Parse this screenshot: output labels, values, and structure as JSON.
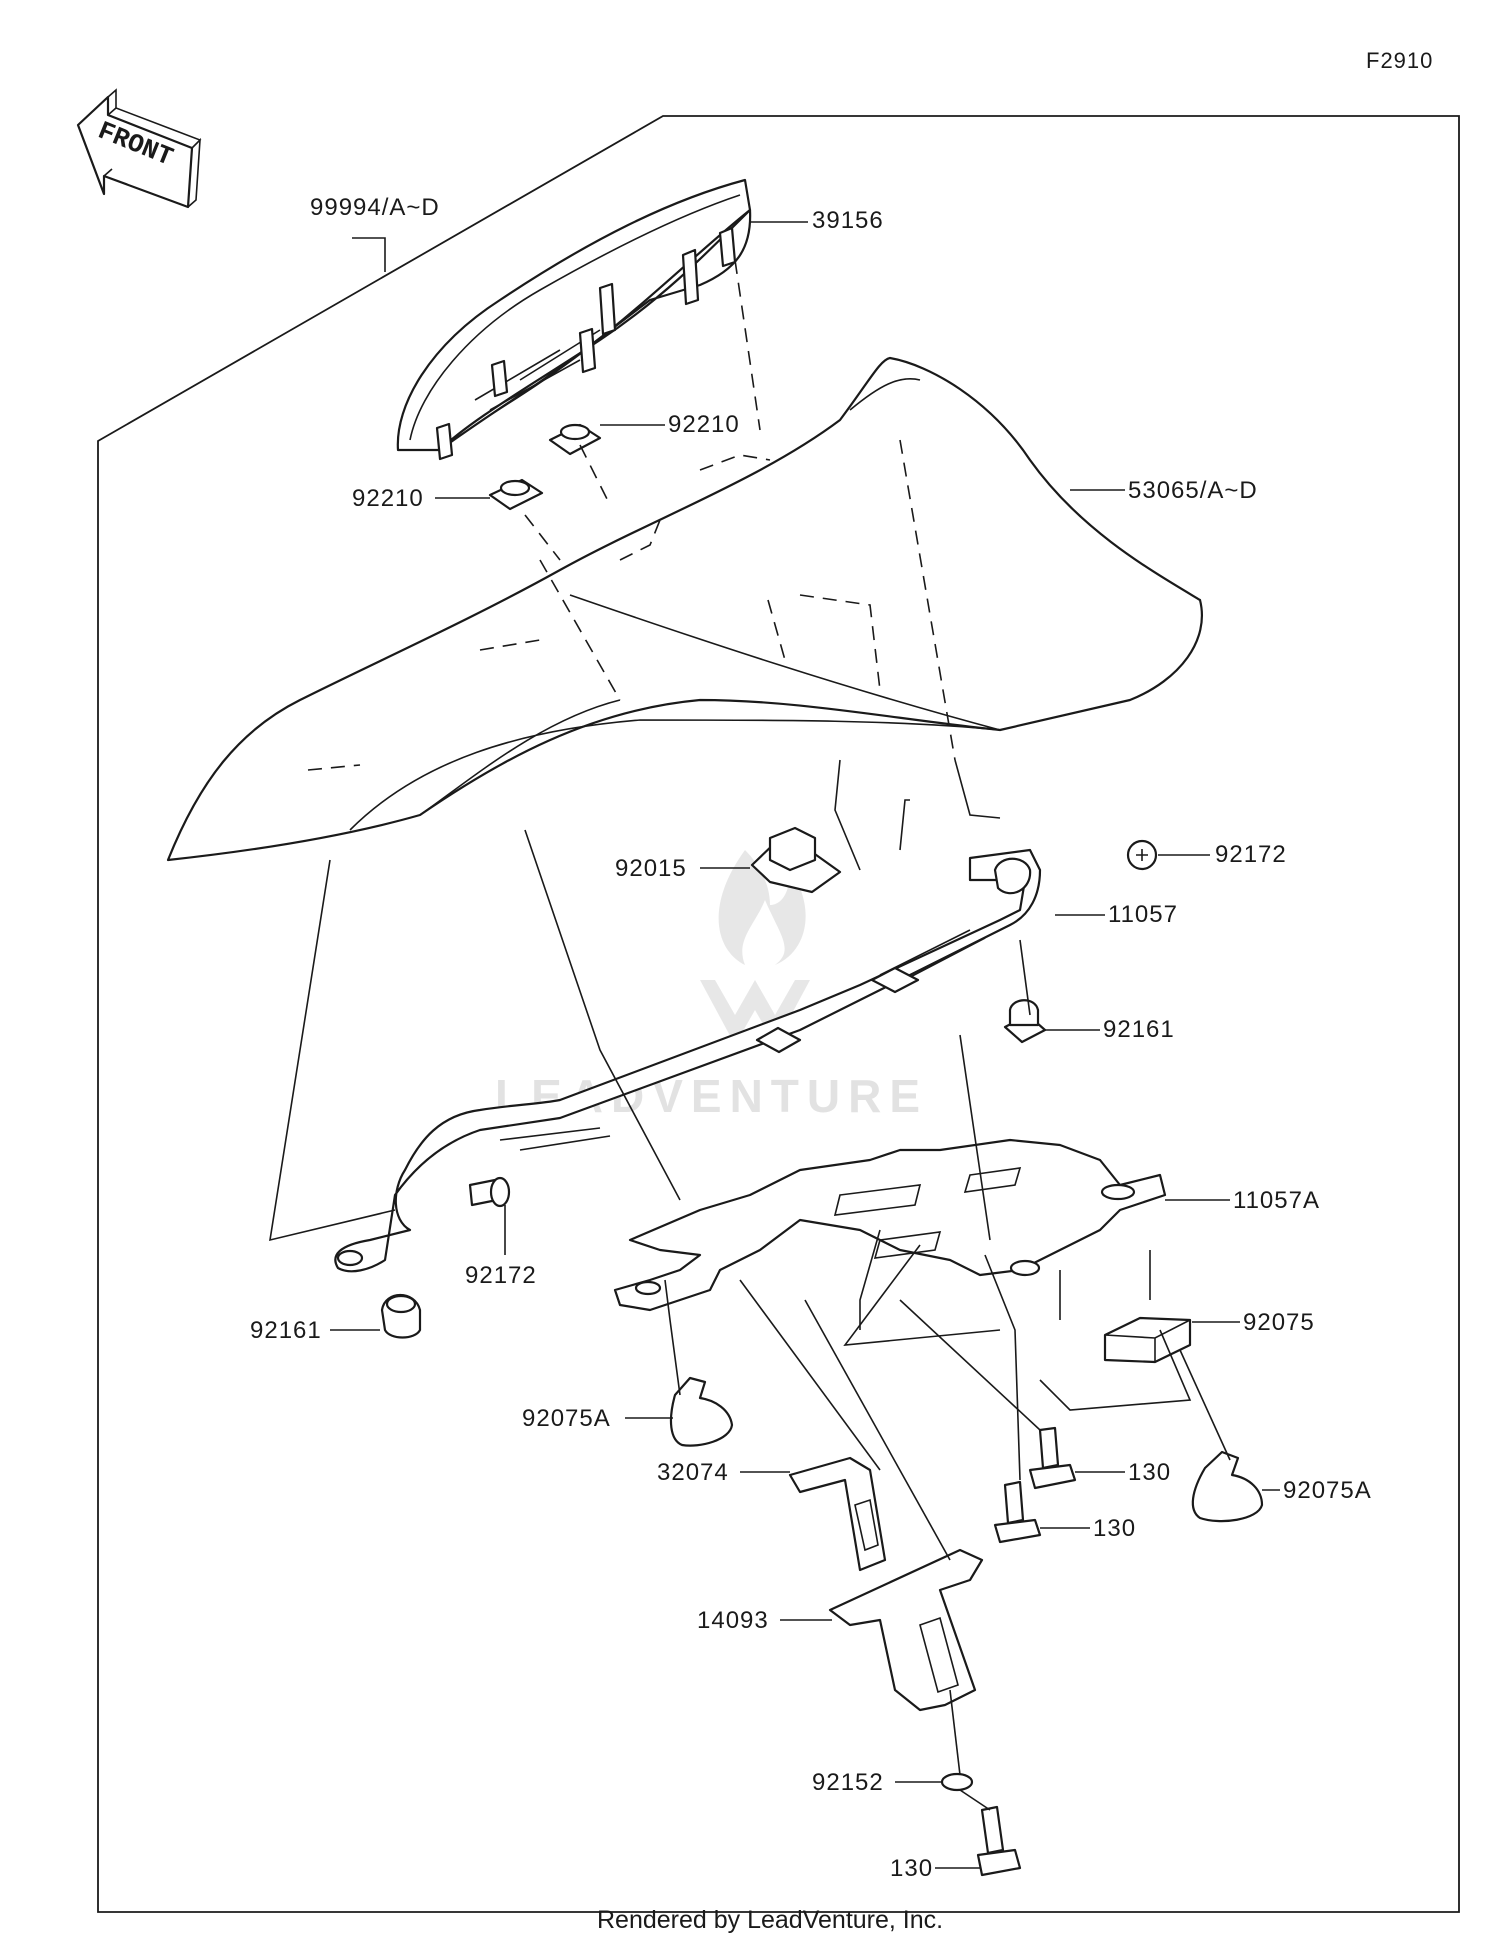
{
  "diagram_code": "F2910",
  "front_label": "FRONT",
  "footer": "Rendered by LeadVenture, Inc.",
  "watermark": "LEADVENTURE",
  "parts": [
    {
      "id": "99994",
      "label": "99994/A~D"
    },
    {
      "id": "39156",
      "label": "39156"
    },
    {
      "id": "92210a",
      "label": "92210"
    },
    {
      "id": "92210b",
      "label": "92210"
    },
    {
      "id": "53065",
      "label": "53065/A~D"
    },
    {
      "id": "92015",
      "label": "92015"
    },
    {
      "id": "92172a",
      "label": "92172"
    },
    {
      "id": "11057",
      "label": "11057"
    },
    {
      "id": "92161a",
      "label": "92161"
    },
    {
      "id": "11057A",
      "label": "11057A"
    },
    {
      "id": "92172b",
      "label": "92172"
    },
    {
      "id": "92161b",
      "label": "92161"
    },
    {
      "id": "92075",
      "label": "92075"
    },
    {
      "id": "92075Aa",
      "label": "92075A"
    },
    {
      "id": "130a",
      "label": "130"
    },
    {
      "id": "92075Ab",
      "label": "92075A"
    },
    {
      "id": "32074",
      "label": "32074"
    },
    {
      "id": "130b",
      "label": "130"
    },
    {
      "id": "14093",
      "label": "14093"
    },
    {
      "id": "92152",
      "label": "92152"
    },
    {
      "id": "130c",
      "label": "130"
    }
  ]
}
